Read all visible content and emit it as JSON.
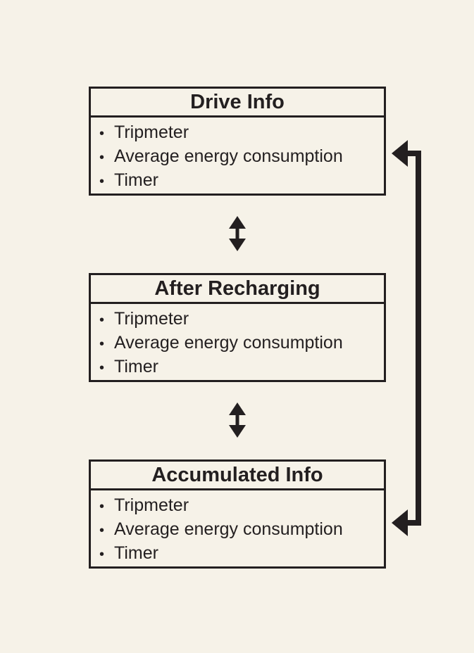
{
  "boxes": [
    {
      "title": "Drive Info",
      "items": [
        "Tripmeter",
        "Average energy consumption",
        "Timer"
      ]
    },
    {
      "title": "After Recharging",
      "items": [
        "Tripmeter",
        "Average energy consumption",
        "Timer"
      ]
    },
    {
      "title": "Accumulated Info",
      "items": [
        "Tripmeter",
        "Average energy consumption",
        "Timer"
      ]
    }
  ],
  "bullet": "•",
  "colors": {
    "background": "#f6f2e8",
    "ink": "#231f20"
  }
}
